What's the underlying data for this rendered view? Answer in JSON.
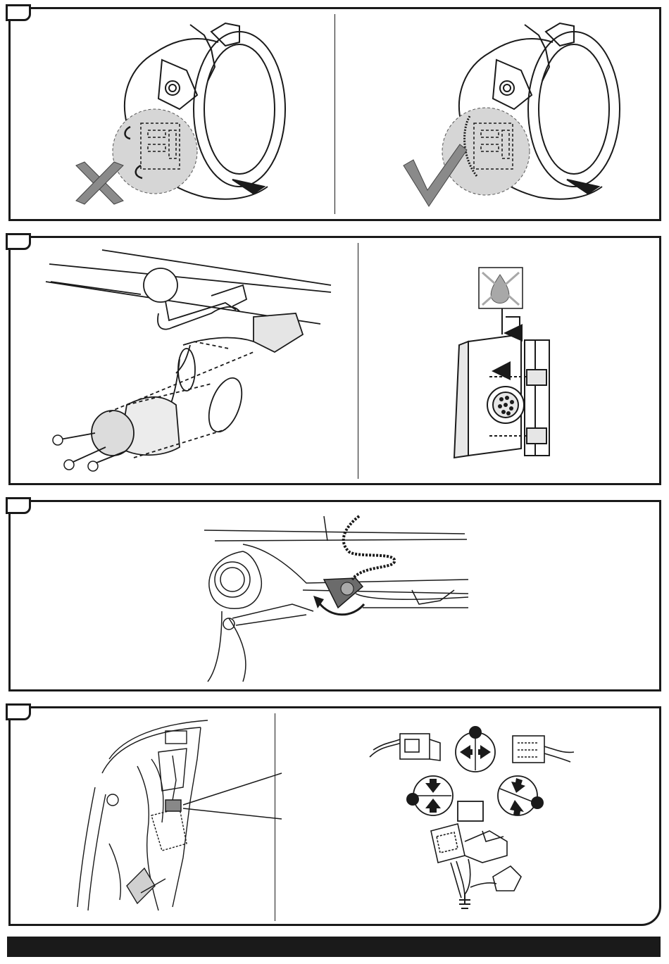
{
  "document": {
    "steps": [
      {
        "id": "step-1",
        "scenes": [
          "wrong-connector-position",
          "correct-connector-position"
        ],
        "marks": [
          "cross-mark-icon",
          "check-mark-icon"
        ]
      },
      {
        "id": "step-2",
        "scenes": [
          "socket-mounting-exploded-view",
          "socket-drain-orientation"
        ],
        "marks": [
          "water-drop-crossed-icon"
        ]
      },
      {
        "id": "step-3",
        "scenes": [
          "cable-routing-under-bumper"
        ],
        "marks": [
          "rotation-arrow-icon"
        ]
      },
      {
        "id": "step-4",
        "scenes": [
          "trunk-side-panel-connection",
          "connector-disconnect-reconnect"
        ],
        "marks": [
          "arrows-apart-icon",
          "arrows-together-icon",
          "ground-symbol-icon"
        ]
      }
    ],
    "colors": {
      "line": "#1a1a1a",
      "shade": "#cfcfcf",
      "mark_gray": "#8a8a8a",
      "footer": "#1a1a1a"
    }
  }
}
